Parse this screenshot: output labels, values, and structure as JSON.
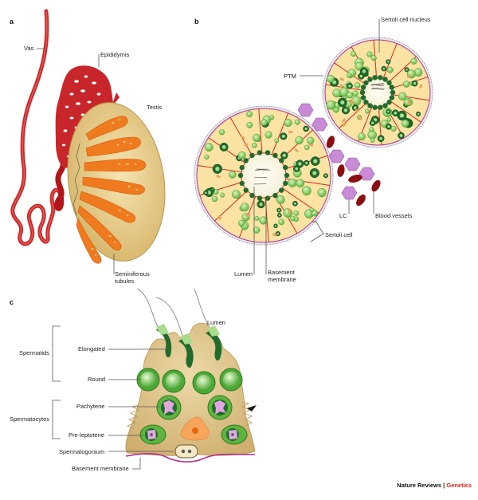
{
  "figure": {
    "panels": {
      "a": {
        "letter": "a",
        "labels": {
          "vas": "Vas",
          "epididymis": "Epididymis",
          "testis": "Testis",
          "seminiferous_1": "Seminiferous",
          "seminiferous_2": "tubules"
        }
      },
      "b": {
        "letter": "b",
        "labels": {
          "sertoli_nucleus": "Sertoli cell nucleus",
          "ptm": "PTM",
          "lc": "LC",
          "blood_vessels": "Blood vessels",
          "sertoli_cell": "Sertoli cell",
          "lumen": "Lumen",
          "basement_1": "Basement",
          "basement_2": "membrane"
        }
      },
      "c": {
        "letter": "c",
        "labels": {
          "lumen": "Lumen",
          "spermatids": "Spermatids",
          "elongated": "Elongated",
          "round": "Round",
          "spermatocytes": "Spermatocytes",
          "pachytene": "Pachytene",
          "pre_leptotene": "Pre-leptotene",
          "spermatogonium": "Spermatogonium",
          "basement_membrane": "Basement membrane"
        }
      }
    },
    "credit": {
      "journal": "Nature Reviews",
      "separator": " | ",
      "section": "Genetics"
    },
    "colors": {
      "vessel_red": "#c8262a",
      "tubule_orange": "#f07a1e",
      "testis_tan": "#e4c98a",
      "cyto_yellow": "#fbe3a3",
      "cell_green": "#8fd16a",
      "dark_green": "#1f6b2e",
      "lc_pink": "#c98ad6",
      "blood_dark": "#8a0f12",
      "membrane_magenta": "#b2338f",
      "genetics_red": "#e2231a"
    }
  }
}
